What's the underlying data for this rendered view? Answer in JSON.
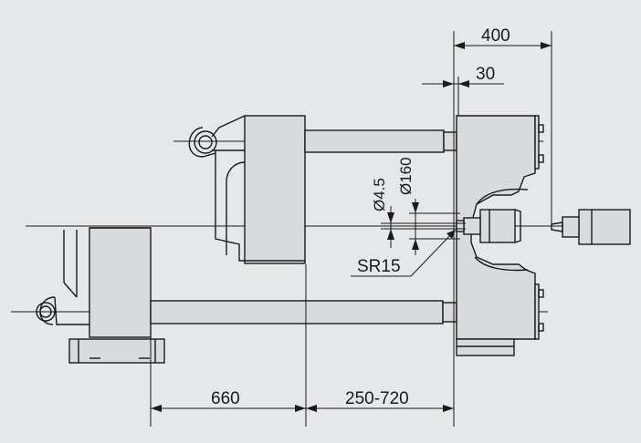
{
  "drawing": {
    "dimensions": {
      "stroke_400": "400",
      "offset_30": "30",
      "length_660": "660",
      "range_250_720": "250-720",
      "diameter_4_5": "Ø4.5",
      "diameter_160": "Ø160",
      "radius_sr15": "SR15"
    },
    "colors": {
      "background": "#e6e7e8",
      "line": "#1a1a1a",
      "part_fill": "#d9dadb"
    }
  }
}
